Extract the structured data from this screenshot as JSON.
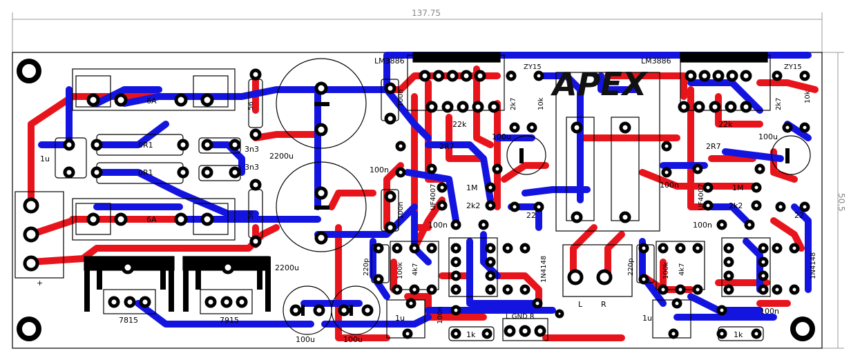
{
  "dimensions": {
    "width": "137.75",
    "height": "50.5"
  },
  "logo": "APEX",
  "labels": {
    "ic_left": "LM3886",
    "ic_right": "LM3886",
    "fuse_top": "6A",
    "fuse_bottom": "6A",
    "r_top": "0R1",
    "r_bottom": "0R1",
    "c_1u_left": "1u",
    "c_3n3_top": "3n3",
    "c_3n3_bottom": "3n3",
    "r_56_top": "56",
    "r_56_bottom": "56",
    "cap_big_top": "2200u",
    "cap_big_bottom": "2200u",
    "c_100n_a": "100n",
    "c_100n_b": "100n",
    "c_100n_c": "100n",
    "c_100n_d": "100n",
    "c_100n_e": "100n",
    "c_100n_f": "100n",
    "c_100n_g": "100n",
    "c_100n_h": "100n",
    "z_left": "ZY15",
    "z_right": "ZY15",
    "r_2k7_l": "2k7",
    "r_2k7_r": "2k7",
    "r_10k_l": "10k",
    "r_10k_r": "10k",
    "r_22k_l": "22k",
    "r_22k_r": "22k",
    "r_2R7_l": "2R7",
    "r_2R7_r": "2R7",
    "c_100u_l": "100u",
    "c_100u_r": "100u",
    "d_uf_l": "UF4007",
    "d_uf_r": "UF4007",
    "r_1M_l": "1M",
    "r_1M_r": "1M",
    "r_2k2_l": "2k2",
    "r_2k2_r": "2k2",
    "c_22_l": "22",
    "c_22_r": "22",
    "c_220p_l": "220p",
    "c_220p_r": "220p",
    "r_100k_l": "100k",
    "r_100k_r": "100k",
    "r_4k7_l": "4k7",
    "r_4k7_r": "4k7",
    "d_1n_l": "1N4148",
    "d_1n_r": "1N4148",
    "c_1u_l2": "1u",
    "c_1u_r2": "1u",
    "r_1k_l": "1k",
    "r_1k_r": "1k",
    "reg_l": "7815",
    "reg_r": "7915",
    "cap_100u_a": "100u",
    "cap_100u_b": "100u",
    "conn_in": "L  GND  R",
    "conn_L": "L",
    "conn_R": "R",
    "plus": "+"
  },
  "colors": {
    "top": "#e8141c",
    "bottom": "#1414e0",
    "copper_pad": "#000000",
    "outline": "#000000",
    "dim": "#888888"
  }
}
